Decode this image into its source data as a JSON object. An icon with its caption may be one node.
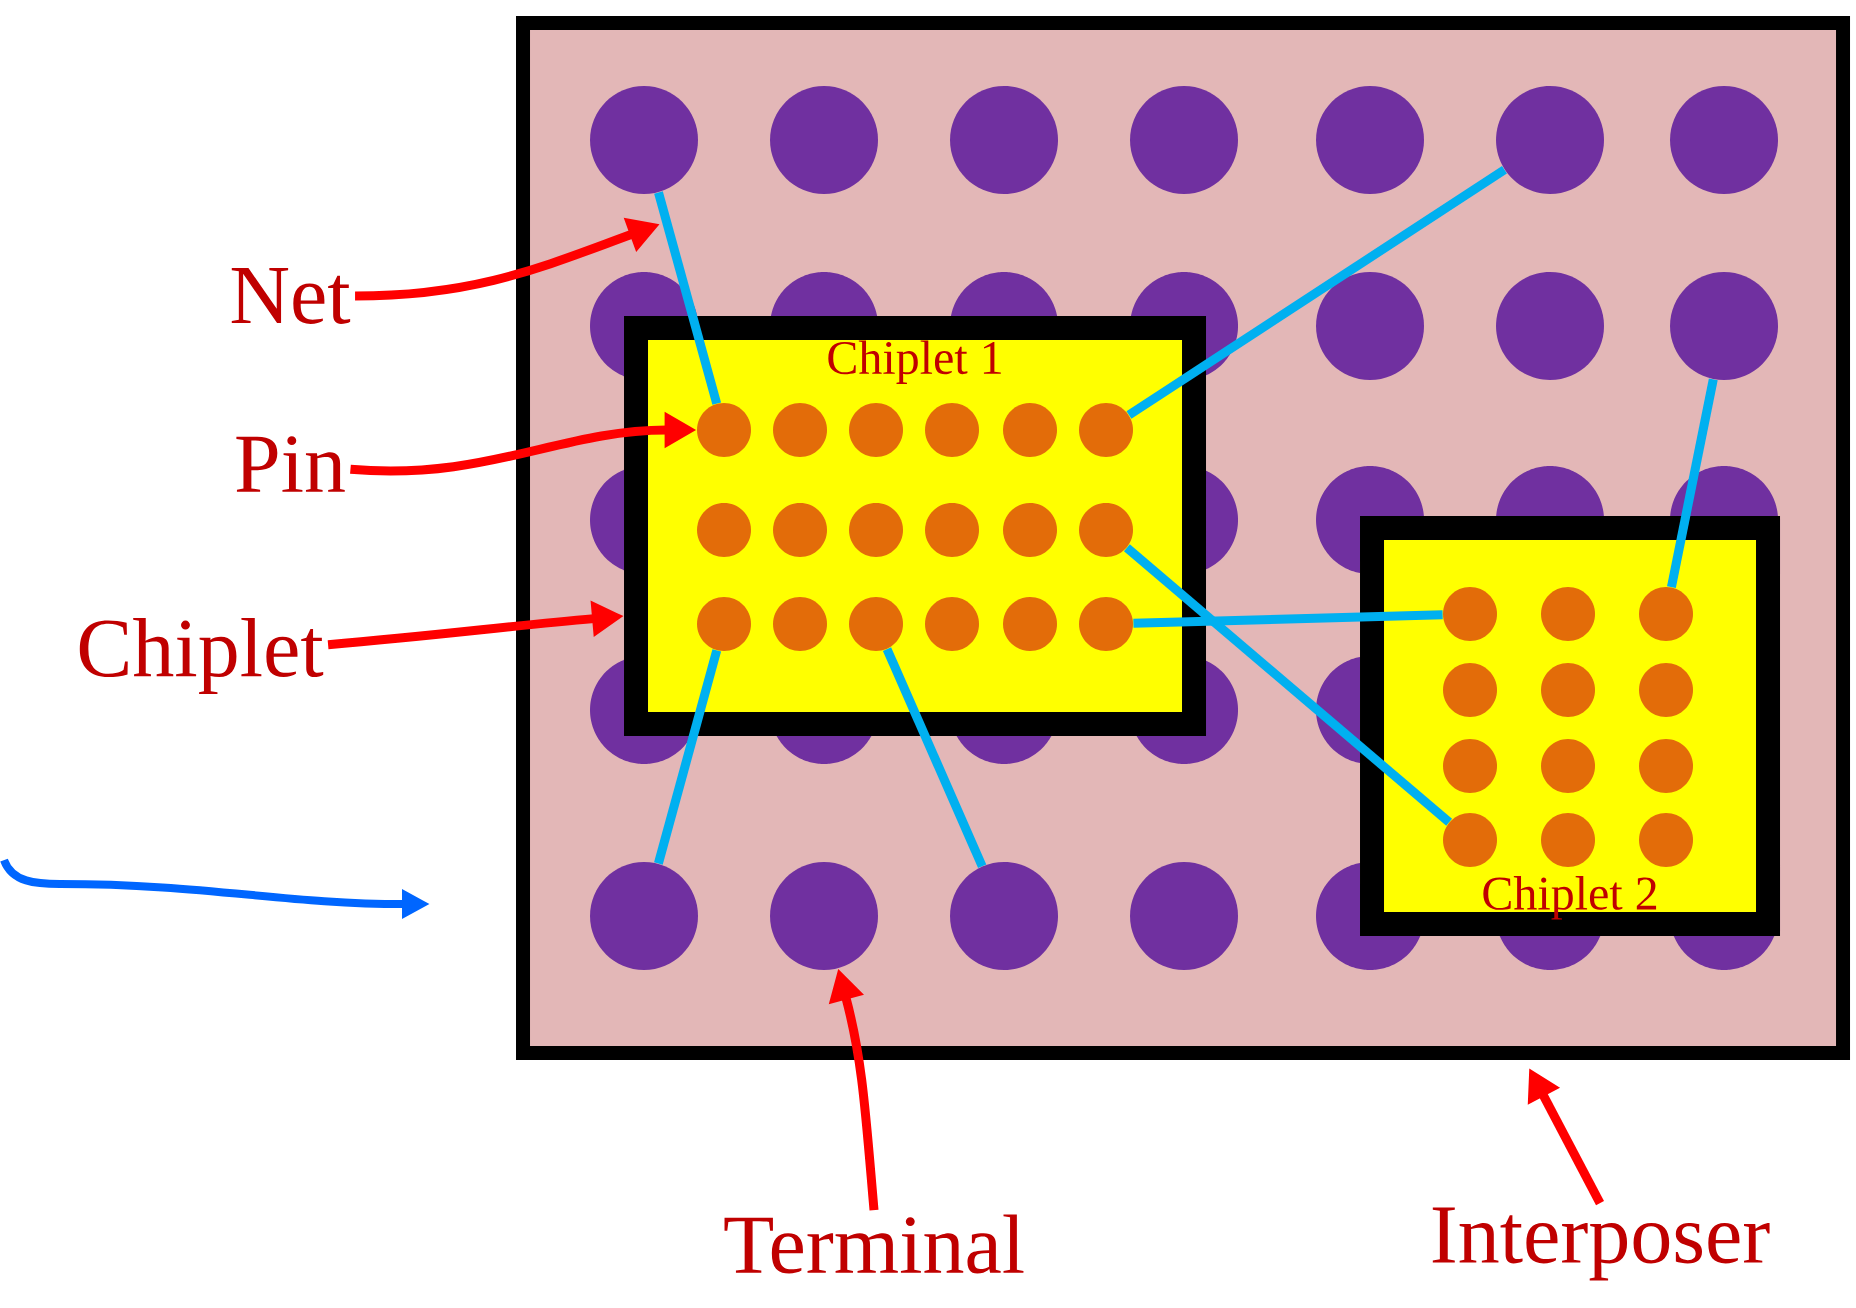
{
  "diagram": {
    "nodes": [
      {
        "text": [],
        "shape": "box"
      },
      {
        "text": [],
        "shape": "circle",
        "in": 0
      },
      {
        "text": [],
        "shape": "circle",
        "in": 0
      },
      {
        "text": [],
        "shape": "circle",
        "in": 0
      },
      {
        "text": [],
        "shape": "circle",
        "in": 0
      },
      {
        "text": [],
        "shape": "circle",
        "in": 0
      },
      {
        "text": [],
        "shape": "circle",
        "in": 0
      },
      {
        "text": [],
        "shape": "circle",
        "in": 0
      },
      {
        "text": [],
        "shape": "circle",
        "in": 0
      },
      {
        "text": [],
        "shape": "circle",
        "in": 0
      },
      {
        "text": [],
        "shape": "circle",
        "in": 0
      },
      {
        "text": [],
        "shape": "circle",
        "in": 0
      },
      {
        "text": [],
        "shape": "circle",
        "in": 0
      },
      {
        "text": [],
        "shape": "circle",
        "in": 0
      },
      {
        "text": [],
        "shape": "circle",
        "in": 0
      },
      {
        "text": [
          "Chiplet 1"
        ],
        "in": 0
      },
      {
        "text": [],
        "shape": "circle",
        "in": 15
      },
      {
        "text": [],
        "shape": "circle",
        "in": 15
      },
      {
        "text": [],
        "shape": "circle",
        "in": 15
      },
      {
        "text": [],
        "shape": "circle",
        "in": 15
      },
      {
        "text": [],
        "shape": "circle",
        "in": 15
      },
      {
        "text": [],
        "shape": "circle",
        "in": 15
      },
      {
        "text": [],
        "shape": "circle",
        "in": 15
      },
      {
        "text": [],
        "shape": "circle",
        "in": 15
      },
      {
        "text": [],
        "shape": "circle",
        "in": 15
      },
      {
        "text": [],
        "shape": "circle",
        "in": 15
      },
      {
        "text": [],
        "shape": "circle",
        "in": 15
      },
      {
        "text": [],
        "shape": "circle",
        "in": 15
      },
      {
        "text": [],
        "shape": "circle",
        "in": 15
      },
      {
        "text": [],
        "shape": "circle",
        "in": 15
      },
      {
        "text": [],
        "shape": "circle",
        "in": 15
      },
      {
        "text": [],
        "shape": "circle",
        "in": 15
      },
      {
        "text": [],
        "shape": "circle",
        "in": 15
      },
      {
        "text": [],
        "shape": "circle",
        "in": 15
      },
      {
        "text": [
          "Chiplet 2"
        ],
        "in": 0
      },
      {
        "text": [],
        "shape": "circle",
        "in": 34
      },
      {
        "text": [],
        "shape": "circle",
        "in": 34
      },
      {
        "text": [],
        "shape": "circle",
        "in": 34
      },
      {
        "text": [],
        "shape": "circle",
        "in": 34
      },
      {
        "text": [],
        "shape": "circle",
        "in": 34
      },
      {
        "text": [],
        "shape": "circle",
        "in": 34
      },
      {
        "text": [],
        "shape": "circle",
        "in": 34
      },
      {
        "text": [],
        "shape": "circle",
        "in": 34
      },
      {
        "text": [],
        "shape": "circle",
        "in": 34
      },
      {
        "text": [],
        "shape": "circle",
        "in": 34
      },
      {
        "text": [],
        "shape": "circle",
        "in": 34
      },
      {
        "text": [],
        "shape": "circle",
        "in": 34
      },
      {
        "text": [
          "Net"
        ]
      },
      {
        "text": [
          "Pin"
        ]
      },
      {
        "text": [
          "Chiplet"
        ]
      },
      {
        "text": [
          "Terminal"
        ]
      },
      {
        "text": [
          "Interposer"
        ]
      }
    ],
    "edges": [
      {
        "from": 1,
        "to": 16,
        "arrow": "none"
      },
      {
        "from": 21,
        "to": 6,
        "arrow": "none"
      },
      {
        "from": 28,
        "to": 11,
        "arrow": "none"
      },
      {
        "from": 30,
        "to": 13,
        "arrow": "none"
      },
      {
        "from": 33,
        "to": 35,
        "arrow": "none"
      },
      {
        "from": 27,
        "to": 44,
        "arrow": "none"
      },
      {
        "from": 37,
        "to": 10,
        "arrow": "none"
      },
      {
        "from": 47,
        "to": null,
        "arrow": "to",
        "color": "#ff0000"
      },
      {
        "from": 48,
        "to": 16,
        "arrow": "to",
        "color": "#ff0000"
      },
      {
        "from": 49,
        "to": 15,
        "arrow": "to",
        "color": "#ff0000"
      },
      {
        "from": 50,
        "to": 12,
        "arrow": "to",
        "color": "#ff0000"
      },
      {
        "from": 51,
        "to": 0,
        "arrow": "to",
        "color": "#ff0000"
      }
    ]
  }
}
